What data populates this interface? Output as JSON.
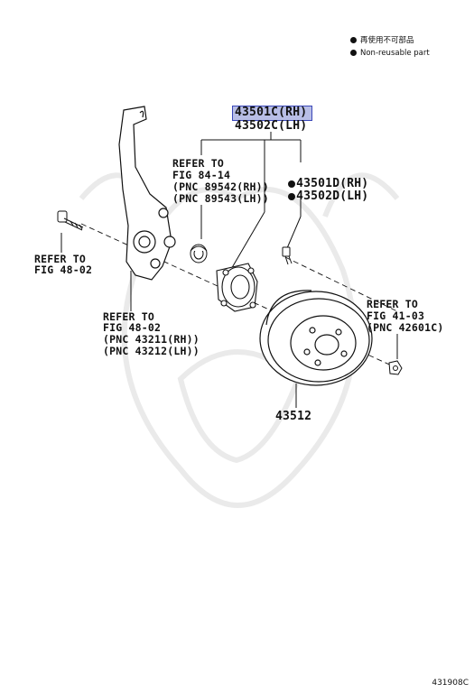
{
  "legend": {
    "line1": "再使用不可部品",
    "line2": "Non-reusable part"
  },
  "parts": {
    "hub_rh": "43501C(RH)",
    "hub_lh": "43502C(LH)",
    "bolt_rh": "43501D(RH)",
    "bolt_lh": "43502D(LH)",
    "rotor": "43512"
  },
  "refs": {
    "fig84": {
      "l1": "REFER TO",
      "l2": "FIG 84-14",
      "l3": "(PNC 89542(RH))",
      "l4": "(PNC 89543(LH))"
    },
    "fig48a": {
      "l1": "REFER TO",
      "l2": "FIG 48-02"
    },
    "fig48b": {
      "l1": "REFER TO",
      "l2": "FIG 48-02",
      "l3": "(PNC 43211(RH))",
      "l4": "(PNC 43212(LH))"
    },
    "fig41": {
      "l1": "REFER TO",
      "l2": "FIG 41-03",
      "l3": "(PNC 42601C)"
    }
  },
  "figure_id": "431908C"
}
